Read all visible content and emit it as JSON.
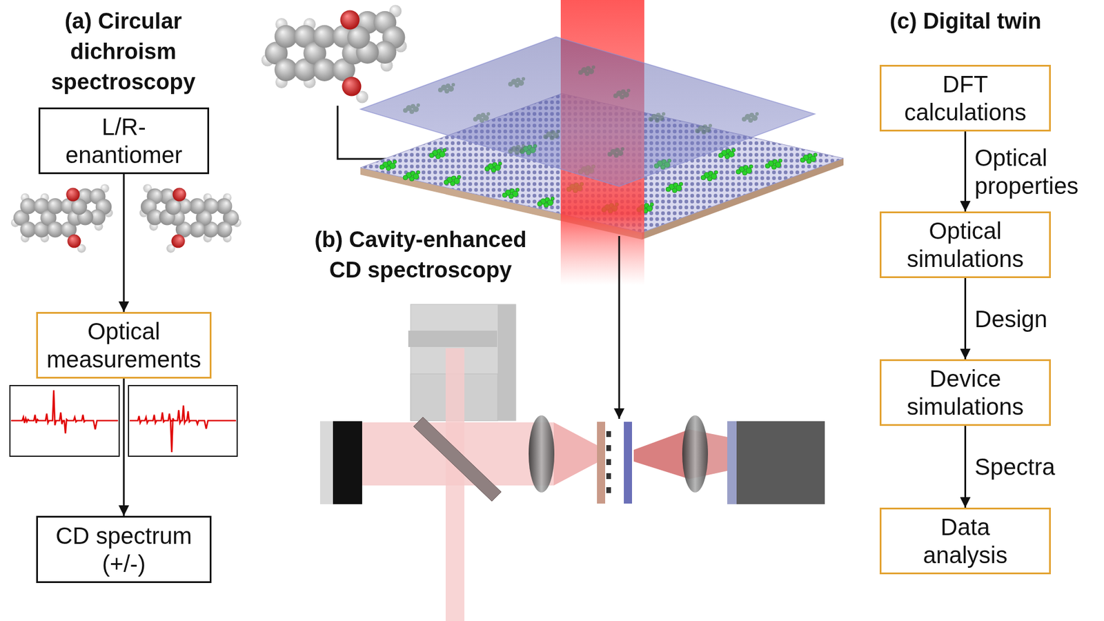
{
  "diagram": {
    "nodes": [
      {
        "text": [
          "L/R- enantiomer"
        ]
      },
      {
        "text": [
          "Optical measurements"
        ]
      },
      {
        "text": [
          "CD spectrum (+/-)"
        ]
      },
      {
        "text": [
          "DFT calculations"
        ]
      },
      {
        "text": [
          "Optical simulations"
        ]
      },
      {
        "text": [
          "Device simulations"
        ]
      },
      {
        "text": [
          "Data analysis"
        ]
      }
    ],
    "edges": [
      {
        "from": 0,
        "to": 1,
        "arrow": "to"
      },
      {
        "from": 1,
        "to": 2,
        "arrow": "to"
      },
      {
        "from": 3,
        "to": 4,
        "label": "Optical properties",
        "arrow": "to"
      },
      {
        "from": 4,
        "to": 5,
        "label": "Design",
        "arrow": "to"
      },
      {
        "from": 5,
        "to": 6,
        "label": "Spectra",
        "arrow": "to"
      }
    ],
    "labels": [
      "(a) Circular dichroism spectroscopy",
      "(b) Cavity-enhanced CD spectroscopy",
      "(c) Digital twin"
    ]
  }
}
